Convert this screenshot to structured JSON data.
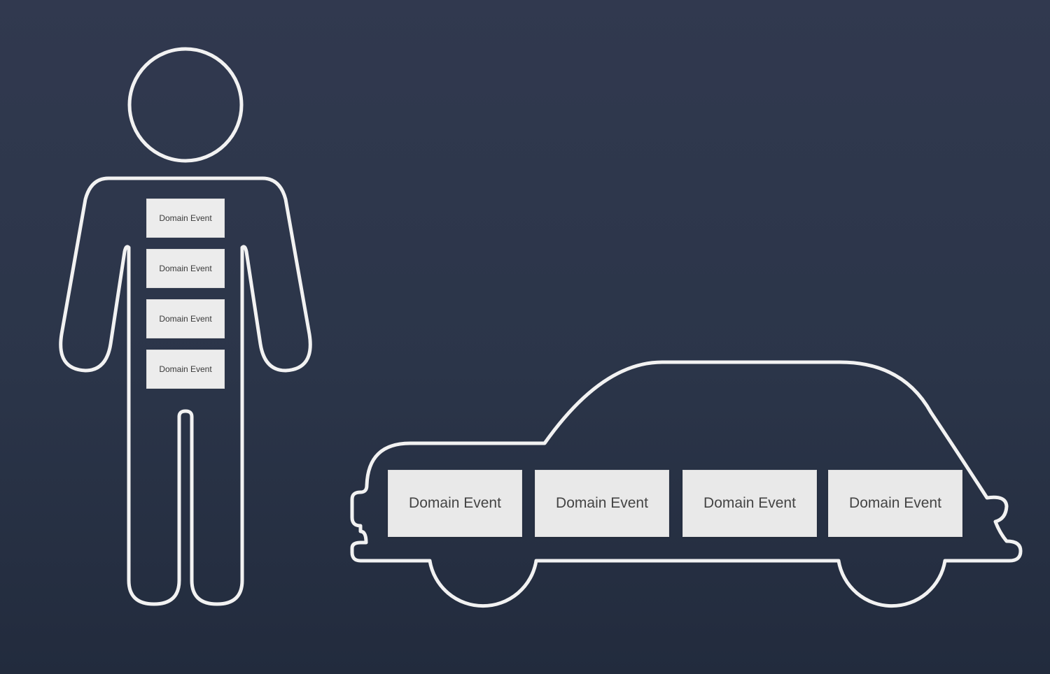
{
  "colors": {
    "background_top": "#31394f",
    "background_bottom": "#222b3d",
    "outline": "#ffffff",
    "box_fill": "#ececec",
    "box_text": "#3a3a3a"
  },
  "person": {
    "icon": "person-outline-icon",
    "events": [
      "Domain Event",
      "Domain Event",
      "Domain Event",
      "Domain Event"
    ]
  },
  "car": {
    "icon": "car-outline-icon",
    "events": [
      "Domain Event",
      "Domain Event",
      "Domain Event",
      "Domain Event"
    ]
  }
}
